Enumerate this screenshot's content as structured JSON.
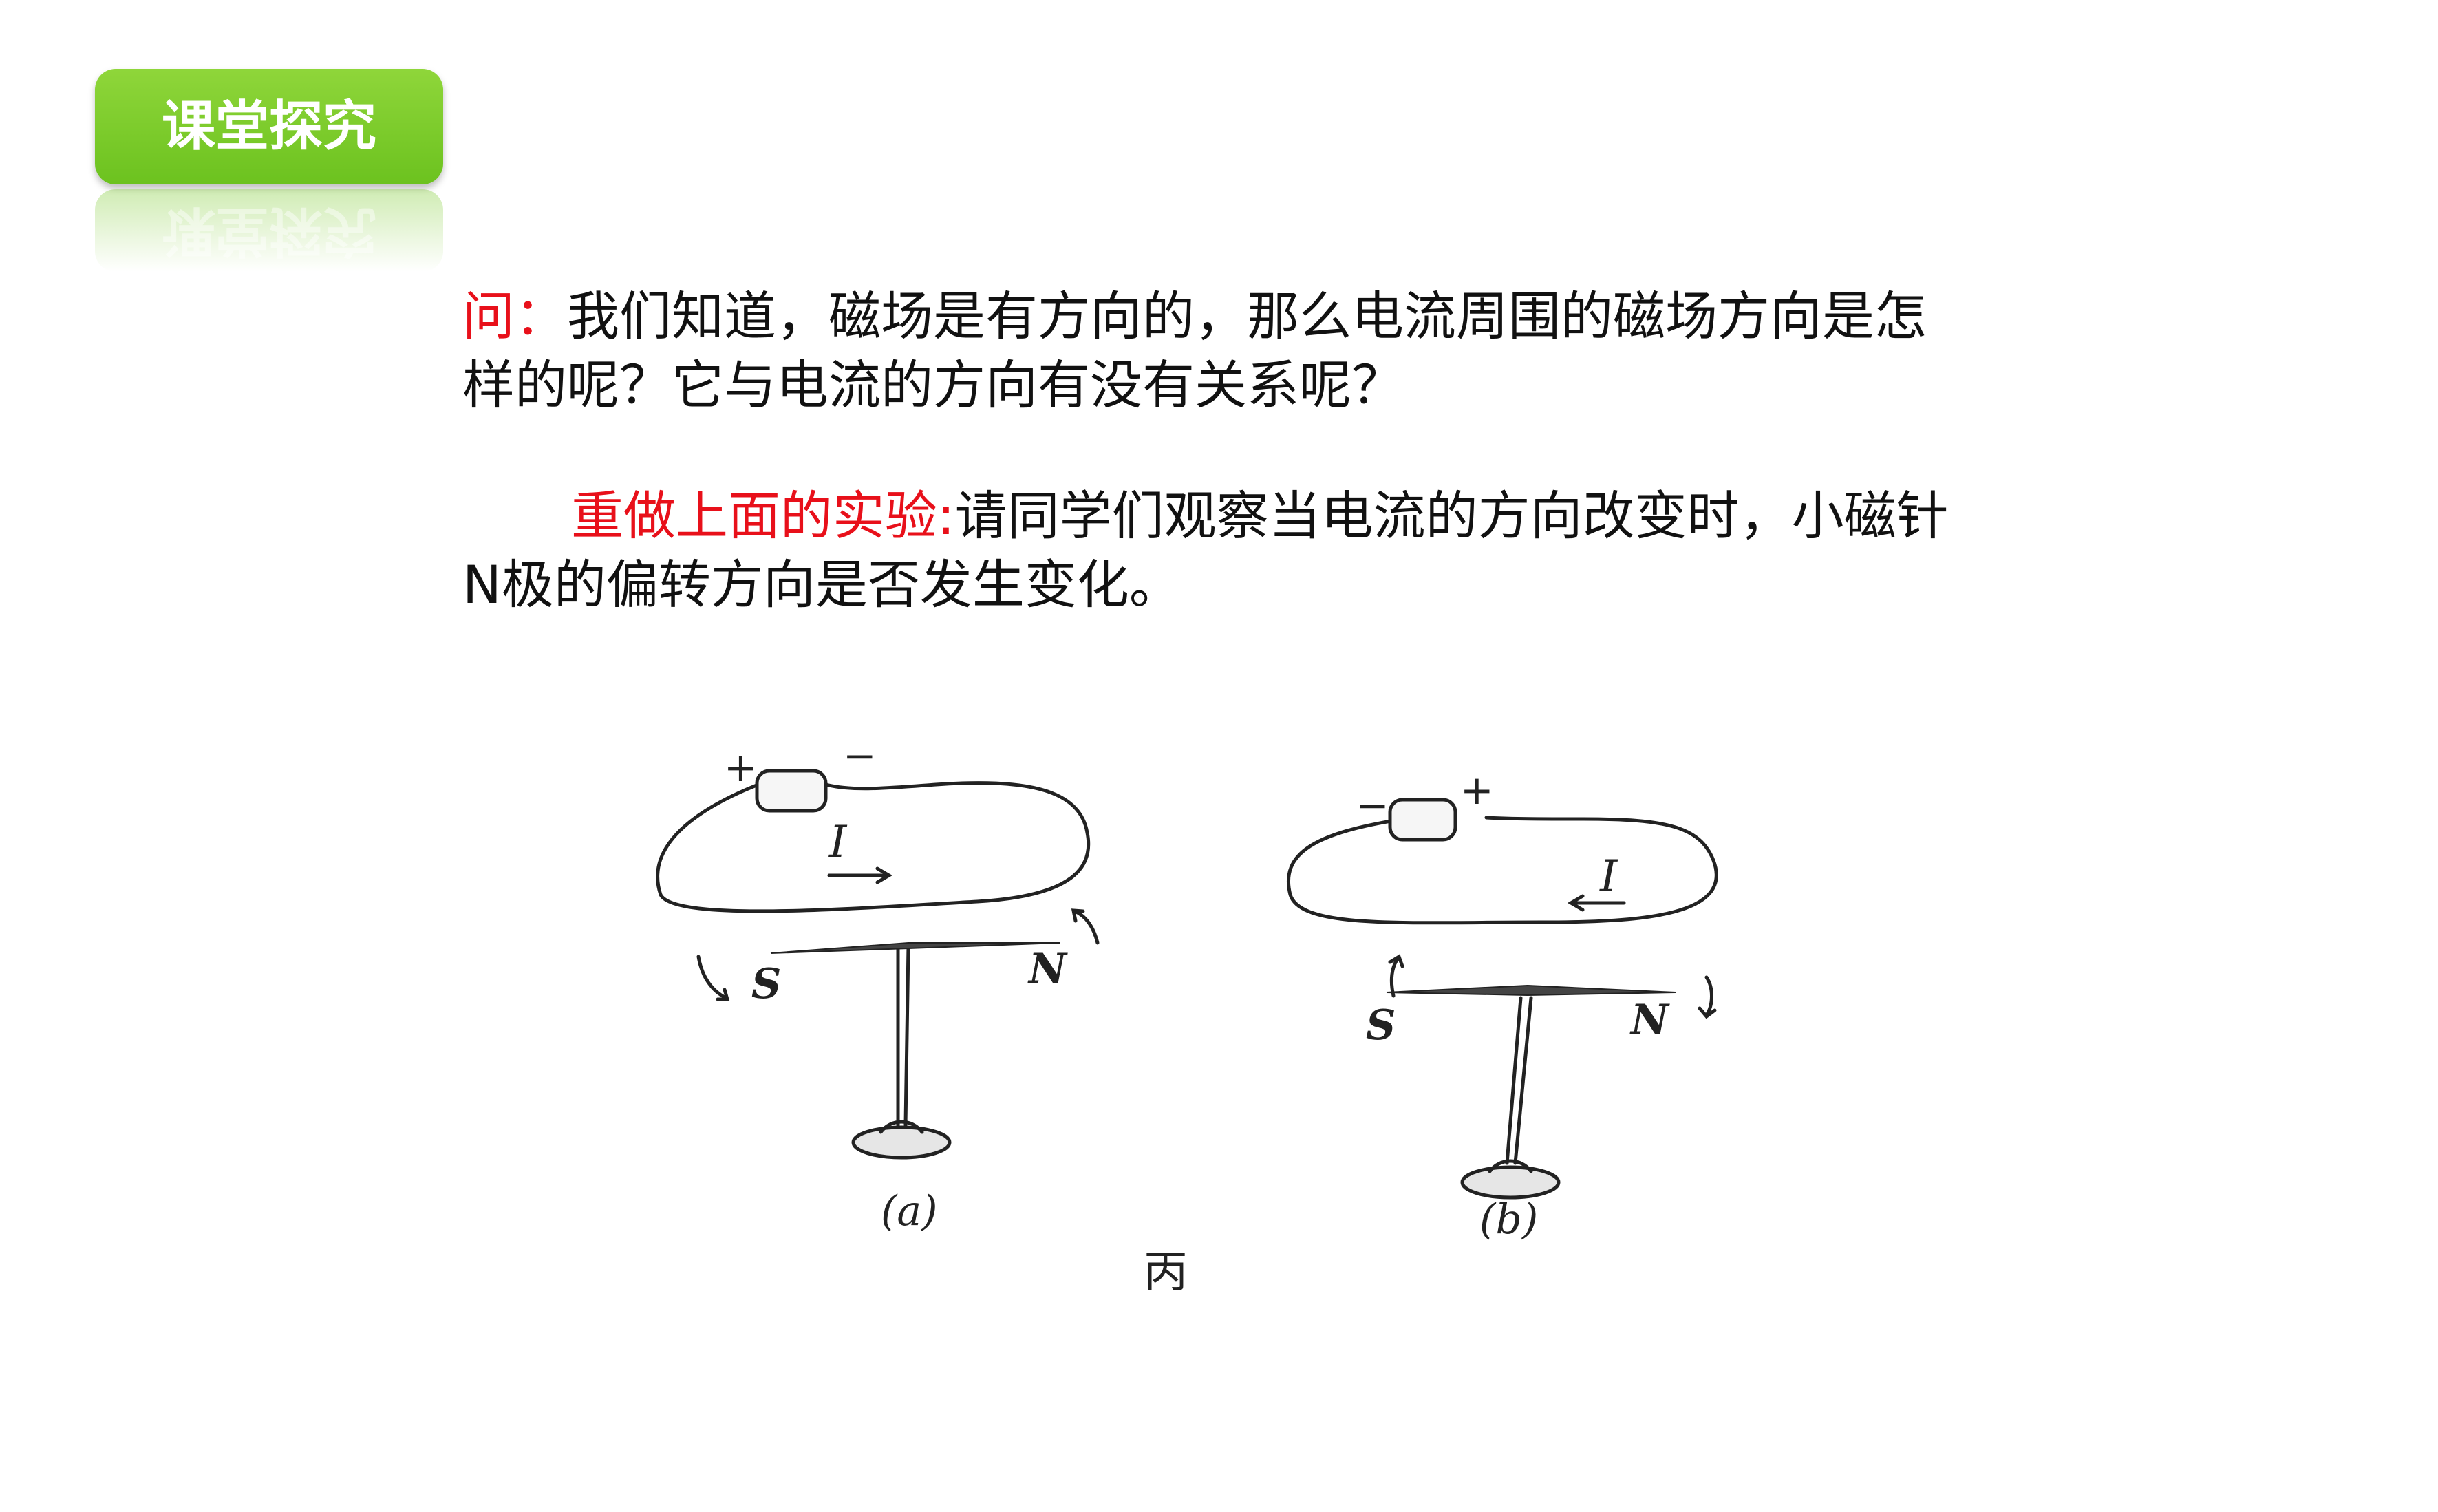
{
  "header": {
    "badge_label": "课堂探究"
  },
  "question": {
    "prefix": "问：",
    "text_line1": "我们知道，磁场是有方向的，那么电流周围的磁场方向是怎",
    "text_line2": "样的呢？它与电流的方向有没有关系呢？"
  },
  "redo": {
    "prefix": "重做上面的实验:",
    "text_line1": "请同学们观察当电流的方向改变时，小磁针",
    "text_line2": "N极的偏转方向是否发生变化。"
  },
  "figure": {
    "a": {
      "plus": "+",
      "minus": "−",
      "current": "I",
      "south": "S",
      "north": "N",
      "caption": "(a)"
    },
    "b": {
      "plus": "+",
      "minus": "−",
      "current": "I",
      "south": "S",
      "north": "N",
      "caption": "(b)"
    },
    "title": "丙"
  }
}
